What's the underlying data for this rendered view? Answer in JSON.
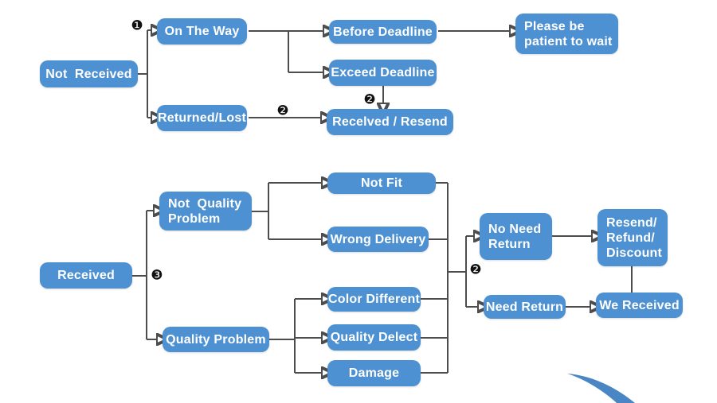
{
  "diagram": {
    "nodes": [
      {
        "id": "not-received",
        "label": "Not  Received"
      },
      {
        "id": "on-the-way",
        "label": "On The Way"
      },
      {
        "id": "returned-lost",
        "label": "Returned/Lost"
      },
      {
        "id": "before-deadline",
        "label": "Before Deadline"
      },
      {
        "id": "exceed-deadline",
        "label": "Exceed Deadline"
      },
      {
        "id": "please-wait",
        "label": "Please be\npatient to wait"
      },
      {
        "id": "received-resend",
        "label": "Recelved / Resend"
      },
      {
        "id": "received",
        "label": "Received"
      },
      {
        "id": "not-quality-problem",
        "label": "Not  Quality\nProblem"
      },
      {
        "id": "quality-problem",
        "label": "Quality Problem"
      },
      {
        "id": "not-fit",
        "label": "Not Fit"
      },
      {
        "id": "wrong-delivery",
        "label": "Wrong Delivery"
      },
      {
        "id": "color-different",
        "label": "Color Different"
      },
      {
        "id": "quality-delect",
        "label": "Quality Delect"
      },
      {
        "id": "damage",
        "label": "Damage"
      },
      {
        "id": "no-need-return",
        "label": "No Need\nReturn"
      },
      {
        "id": "resend-refund-discount",
        "label": "Resend/\nRefund/\nDiscount"
      },
      {
        "id": "need-return",
        "label": "Need Return"
      },
      {
        "id": "we-received",
        "label": "We Received"
      }
    ],
    "markers": [
      {
        "id": "step-1",
        "symbol": "❶"
      },
      {
        "id": "step-2a",
        "symbol": "❷"
      },
      {
        "id": "step-2b",
        "symbol": "❷"
      },
      {
        "id": "step-2c",
        "symbol": "❷"
      },
      {
        "id": "step-3",
        "symbol": "❸"
      }
    ],
    "colors": {
      "node_fill": "#4d91d2",
      "node_text": "#ffffff",
      "connector": "#4d4d4d",
      "marker": "#111111",
      "swoosh": "#4a86c4"
    }
  }
}
